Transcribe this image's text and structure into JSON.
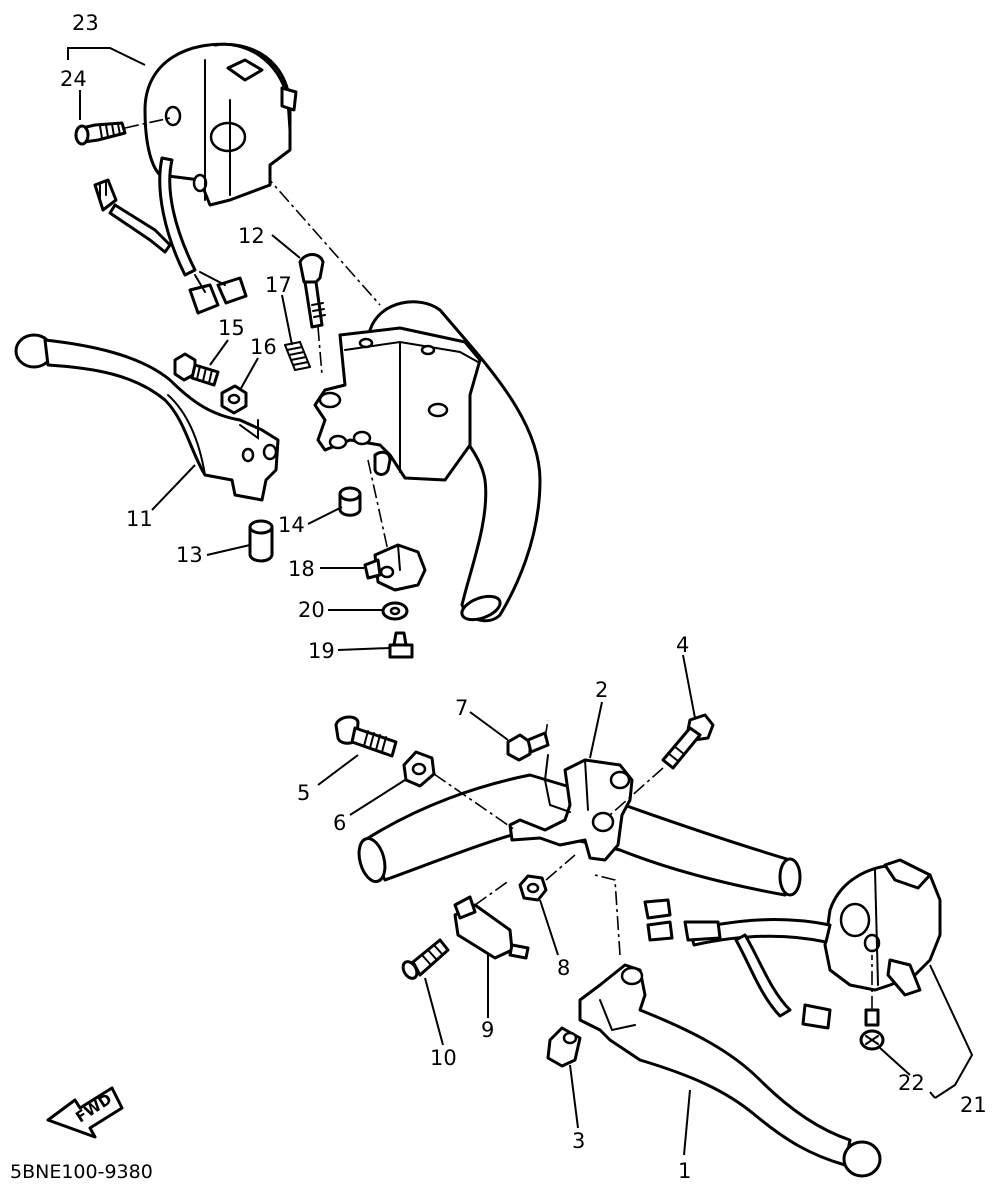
{
  "diagram_code": "5BNE100-9380",
  "fwd_label": "FWD",
  "callouts": {
    "c1": "1",
    "c2": "2",
    "c3": "3",
    "c4": "4",
    "c5": "5",
    "c6": "6",
    "c7": "7",
    "c8": "8",
    "c9": "9",
    "c10": "10",
    "c11": "11",
    "c12": "12",
    "c13": "13",
    "c14": "14",
    "c15": "15",
    "c16": "16",
    "c17": "17",
    "c18": "18",
    "c19": "19",
    "c20": "20",
    "c21": "21",
    "c22": "22",
    "c23": "23",
    "c24": "24"
  },
  "colors": {
    "line": "#000000",
    "background": "#ffffff"
  }
}
